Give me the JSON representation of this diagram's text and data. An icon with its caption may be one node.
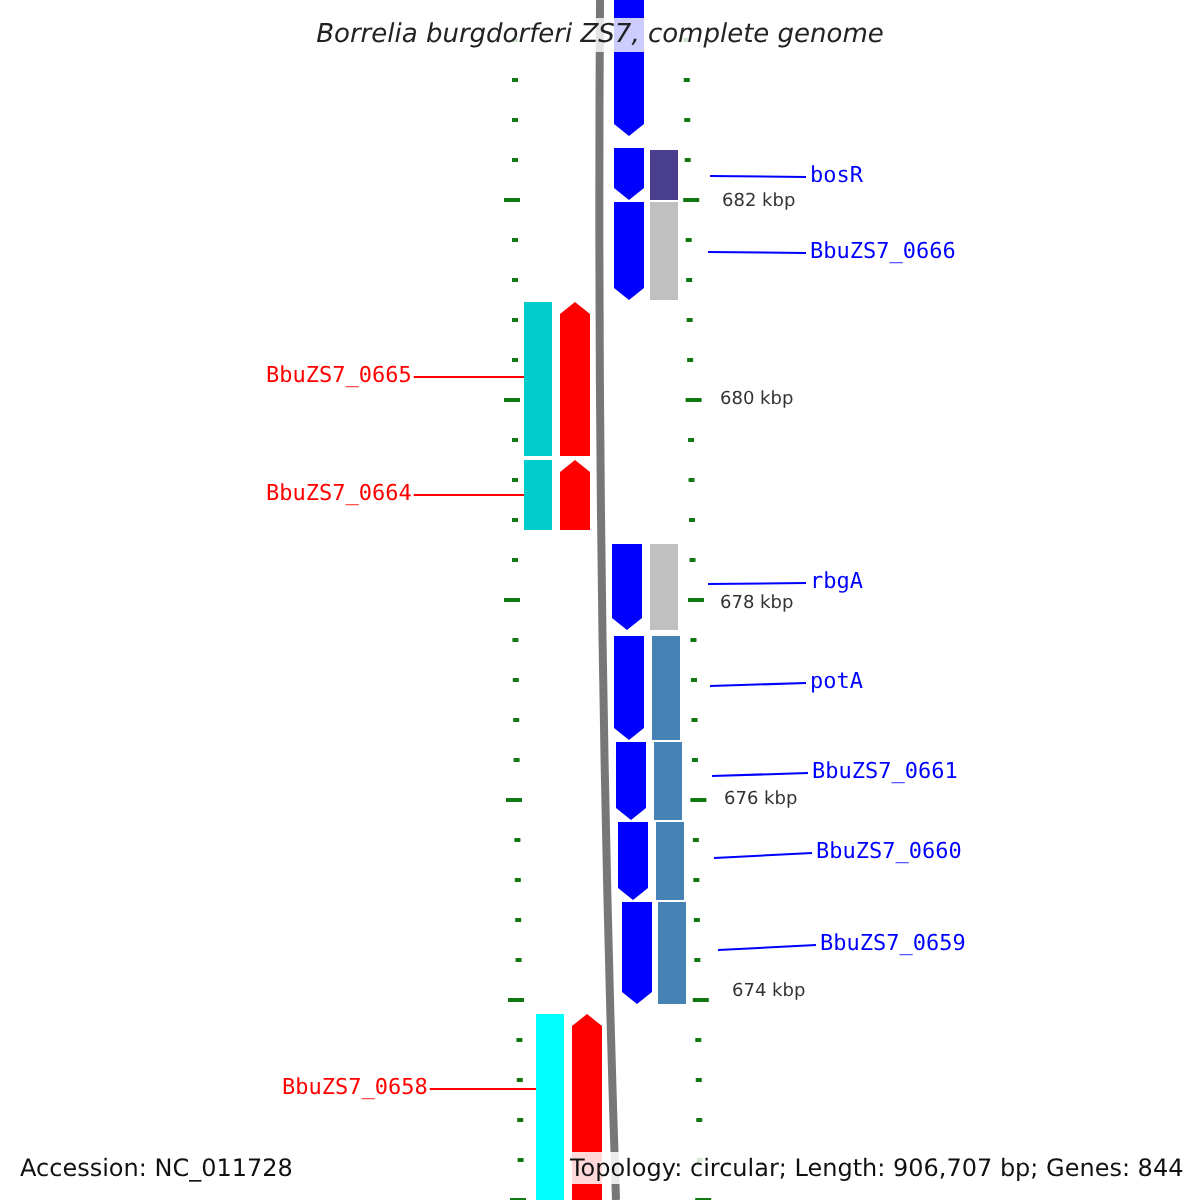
{
  "diagram": {
    "title": "Borrelia burgdorferi ZS7, complete genome",
    "nodes": [
      {
        "text": [
          "bosR"
        ]
      },
      {
        "text": [
          "BbuZS7_0666"
        ]
      },
      {
        "text": [
          "BbuZS7_0665"
        ]
      },
      {
        "text": [
          "BbuZS7_0664"
        ]
      },
      {
        "text": [
          "rbgA"
        ]
      },
      {
        "text": [
          "potA"
        ]
      },
      {
        "text": [
          "BbuZS7_0661"
        ]
      },
      {
        "text": [
          "BbuZS7_0660"
        ]
      },
      {
        "text": [
          "BbuZS7_0659"
        ]
      },
      {
        "text": [
          "BbuZS7_0658"
        ]
      },
      {
        "text": [],
        "shape": "bar"
      },
      {
        "text": [],
        "shape": "bar"
      },
      {
        "text": [],
        "shape": "bar"
      }
    ],
    "edges": [
      {
        "from": 0,
        "to": null,
        "arrow": "none"
      },
      {
        "from": 1,
        "to": null,
        "arrow": "none"
      },
      {
        "from": 2,
        "to": 10,
        "arrow": "none",
        "color": "#ff0000"
      },
      {
        "from": 3,
        "to": 11,
        "arrow": "none",
        "color": "#ff0000"
      },
      {
        "from": 4,
        "to": null,
        "arrow": "none"
      },
      {
        "from": 5,
        "to": null,
        "arrow": "none"
      },
      {
        "from": 6,
        "to": null,
        "arrow": "none"
      },
      {
        "from": 7,
        "to": null,
        "arrow": "none"
      },
      {
        "from": 8,
        "to": null,
        "arrow": "none"
      },
      {
        "from": 9,
        "to": 12,
        "arrow": "none",
        "color": "#ff0000"
      }
    ],
    "labels": [
      "682 kbp",
      "680 kbp",
      "678 kbp",
      "676 kbp",
      "674 kbp",
      "Accession: NC_011728",
      "Topology: circular; Length: 906,707 bp; Genes: 844"
    ]
  }
}
